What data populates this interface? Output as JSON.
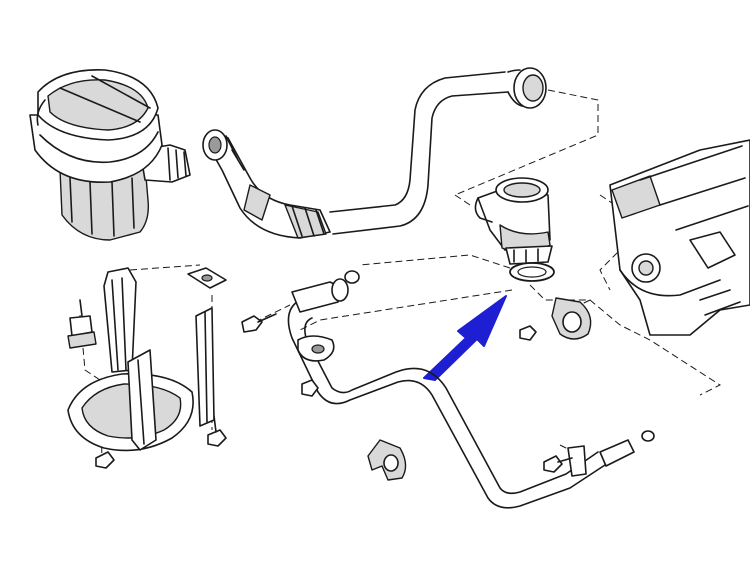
{
  "colors": {
    "background": "#ffffff",
    "line_art": "#1a1a1a",
    "shading": "#d9d9d9",
    "highlight_arrow": "#1e1ed2"
  },
  "parts": [
    {
      "name": "secondary-air-pump",
      "icon": "air-pump-icon"
    },
    {
      "name": "pump-mounting-bracket",
      "icon": "bracket-icon"
    },
    {
      "name": "intake-hose",
      "icon": "hose-icon"
    },
    {
      "name": "air-pipe-upper",
      "icon": "pipe-icon"
    },
    {
      "name": "check-valve",
      "icon": "valve-icon"
    },
    {
      "name": "gasket",
      "icon": "gasket-icon"
    },
    {
      "name": "air-pipe-lower",
      "icon": "pipe-icon"
    },
    {
      "name": "pipe-clamp",
      "icon": "clamp-icon"
    },
    {
      "name": "bolts-and-nuts",
      "icon": "bolt-icon"
    },
    {
      "name": "engine-block",
      "icon": "engine-icon"
    }
  ],
  "highlight": {
    "target": "gasket",
    "icon": "arrow-icon"
  }
}
